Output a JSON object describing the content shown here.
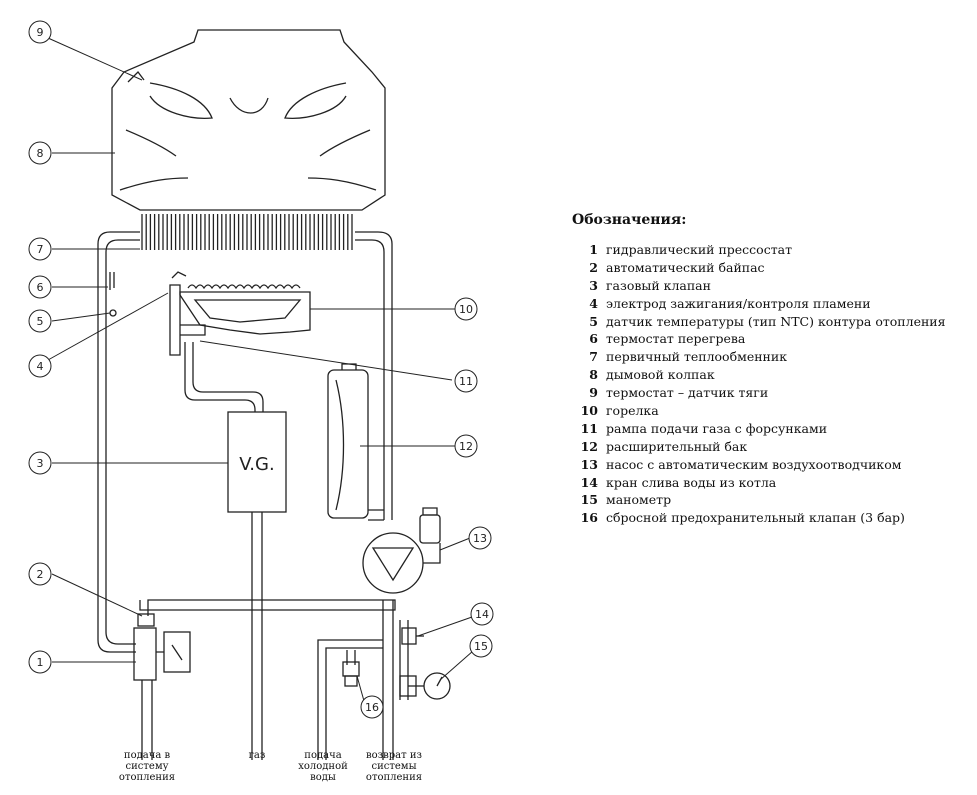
{
  "legend": {
    "title": "Обозначения:",
    "items": [
      {
        "num": "1",
        "text": "гидравлический прессостат"
      },
      {
        "num": "2",
        "text": "автоматический байпас"
      },
      {
        "num": "3",
        "text": "газовый клапан"
      },
      {
        "num": "4",
        "text": "электрод зажигания/контроля пламени"
      },
      {
        "num": "5",
        "text": "датчик температуры (тип NTC) контура отопления"
      },
      {
        "num": "6",
        "text": "термостат перегрева"
      },
      {
        "num": "7",
        "text": "первичный теплообменник"
      },
      {
        "num": "8",
        "text": "дымовой колпак"
      },
      {
        "num": "9",
        "text": "термостат – датчик тяги"
      },
      {
        "num": "10",
        "text": "горелка"
      },
      {
        "num": "11",
        "text": "рампа подачи газа с форсунками"
      },
      {
        "num": "12",
        "text": "расширительный бак"
      },
      {
        "num": "13",
        "text": "насос с автоматическим воздухоотводчиком"
      },
      {
        "num": "14",
        "text": "кран слива воды из котла"
      },
      {
        "num": "15",
        "text": "манометр"
      },
      {
        "num": "16",
        "text": "сбросной предохранительный клапан (3 бар)"
      }
    ]
  },
  "callouts": [
    "9",
    "8",
    "7",
    "6",
    "5",
    "4",
    "3",
    "2",
    "1",
    "10",
    "11",
    "12",
    "13",
    "14",
    "15",
    "16"
  ],
  "gas_valve_label": "V.G.",
  "bottom_labels": {
    "heating_supply": "подача в\nсистему\nотопления",
    "gas": "газ",
    "cold_water": "подача\nхолодной\nводы",
    "heating_return": "возврат из\nсистемы\nотопления"
  }
}
